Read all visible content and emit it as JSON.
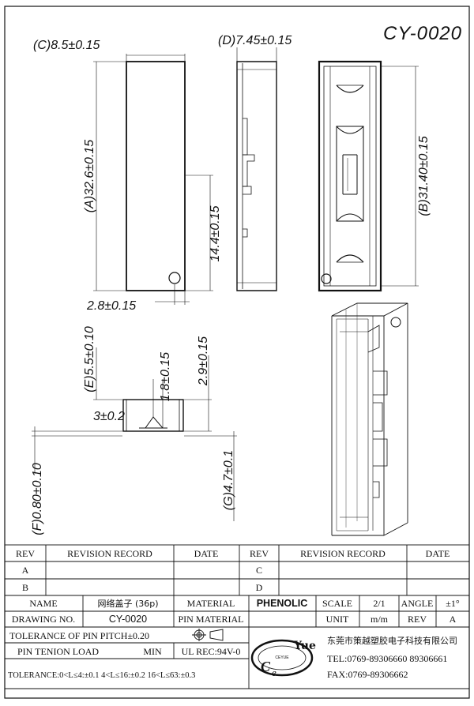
{
  "drawing_code": "CY-0020",
  "dimensions": {
    "c": "(C)8.5±0.15",
    "d": "(D)7.45±0.15",
    "a": "(A)32.6±0.15",
    "b": "(B)31.40±0.15",
    "mid": "14.4±0.15",
    "hole": "2.8±0.15",
    "e": "(E)5.5±0.10",
    "h18": "1.8±0.15",
    "h29": "2.9±0.15",
    "w3": "3±0.2",
    "f": "(F)0.80±0.10",
    "g": "(G)4.7±0.1"
  },
  "revision": {
    "headers": [
      "REV",
      "REVISION RECORD",
      "DATE",
      "REV",
      "REVISION RECORD",
      "DATE"
    ],
    "rows": [
      {
        "rev_left": "A",
        "rev_right": "C"
      },
      {
        "rev_left": "B",
        "rev_right": "D"
      }
    ]
  },
  "title_block": {
    "name_label": "NAME",
    "name_value": "网络盖子 (36p)",
    "material_label": "MATERIAL",
    "material_value": "PHENOLIC",
    "scale_label": "SCALE",
    "scale_value": "2/1",
    "angle_label": "ANGLE",
    "angle_value": "±1°",
    "drawing_no_label": "DRAWING NO.",
    "drawing_no_value": "CY-0020",
    "pin_material_label": "PIN MATERIAL",
    "unit_label": "UNIT",
    "unit_value": "m/m",
    "rev_label": "REV",
    "rev_value": "A",
    "tolerance_pitch": "TOLERANCE OF PIN PITCH±0.20",
    "pin_tension": "PIN TENION LOAD",
    "min_label": "MIN",
    "ul_rec": "UL REC:94V-0",
    "tolerance_ranges": "TOLERANCE:0<L≤4:±0.1  4<L≤16:±0.2  16<L≤63:±0.3",
    "company": "东莞市策越塑胶电子科技有限公司",
    "tel": "TEL:0769-89306660 89306661",
    "fax": "FAX:0769-89306662",
    "logo_letters": "Yue",
    "logo_c": "C",
    "logo_e": "e",
    "logo_ring": "CEYUE"
  }
}
